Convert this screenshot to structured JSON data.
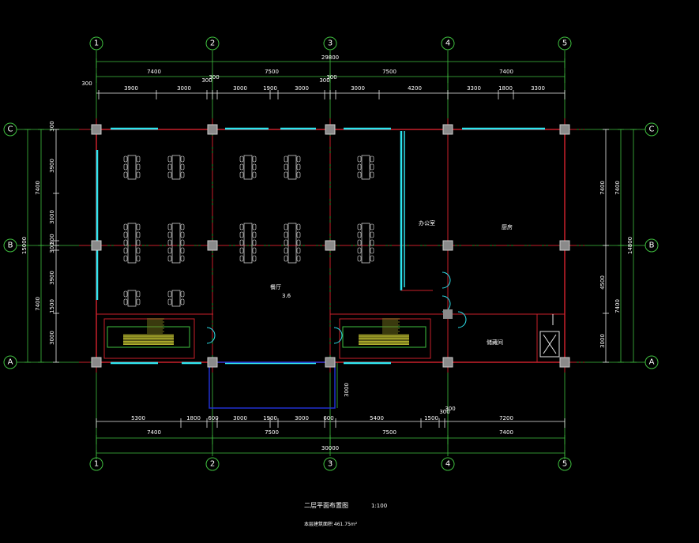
{
  "axes": {
    "numbers": [
      "1",
      "2",
      "3",
      "4",
      "5"
    ],
    "letters": [
      "C",
      "B",
      "A"
    ]
  },
  "dims": {
    "top_total": "29800",
    "top_bays": [
      "7400",
      "7500",
      "7500",
      "7400"
    ],
    "top_detail": [
      "300",
      "3900",
      "3000",
      "300",
      "300",
      "3000",
      "1900",
      "3000",
      "300",
      "300",
      "3000",
      "4200",
      "3300",
      "1800",
      "3300"
    ],
    "bottom_detail": [
      "5300",
      "1800",
      "600",
      "3000",
      "1900",
      "3000",
      "600",
      "5400",
      "1500",
      "300",
      "300",
      "7200"
    ],
    "bottom_bays": [
      "7400",
      "7500",
      "7500",
      "7400"
    ],
    "bottom_total": "30000",
    "left_detail": [
      "300",
      "3900",
      "3000",
      "300",
      "300",
      "3900",
      "1500",
      "3000"
    ],
    "left_bays": [
      "7400",
      "7400"
    ],
    "left_total": "15000",
    "right_detail": [
      "7400",
      "4500",
      "3000"
    ],
    "right_bays": [
      "7400",
      "7400"
    ],
    "right_total": "14800",
    "canopy": "3000"
  },
  "rooms": {
    "dining": "餐厅",
    "elevation": "3.6",
    "office": "办公室",
    "kitchen": "厨房",
    "storage": "储藏间"
  },
  "title": {
    "name": "二层平面布置图",
    "scale": "1:100",
    "area": "本层建筑面积 461.75m²"
  }
}
